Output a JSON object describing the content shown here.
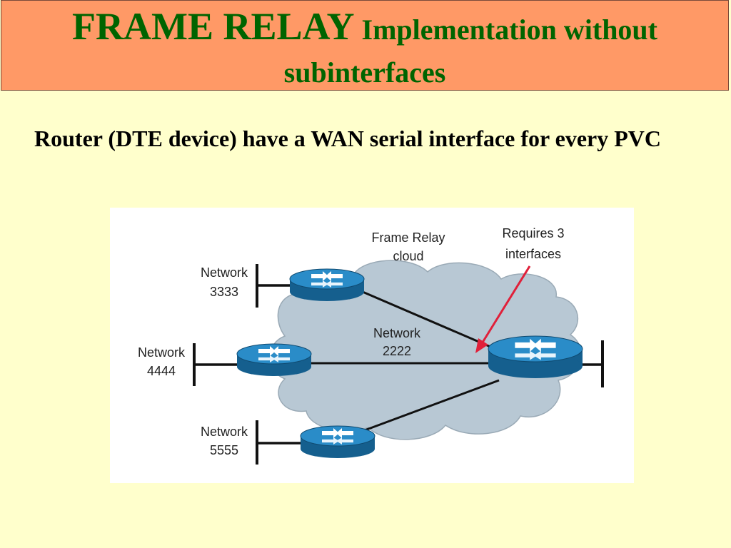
{
  "title": {
    "main": "FRAME RELAY",
    "sub_line1": " Implementation without",
    "sub_line2": "subinterfaces"
  },
  "body": {
    "text": "Router (DTE device) have a WAN serial interface for every PVC"
  },
  "diagram": {
    "cloud_label_line1": "Frame Relay",
    "cloud_label_line2": "cloud",
    "callout_line1": "Requires 3",
    "callout_line2": "interfaces",
    "center_network_line1": "Network",
    "center_network_line2": "2222",
    "networks": [
      {
        "line1": "Network",
        "line2": "3333"
      },
      {
        "line1": "Network",
        "line2": "4444"
      },
      {
        "line1": "Network",
        "line2": "5555"
      }
    ],
    "colors": {
      "cloud": "#B8C8D4",
      "router": "#1E7BB5",
      "arrow": "#E0203A",
      "title_bg": "#FF9966",
      "title_text": "#006400",
      "slide_bg": "#FFFFCC"
    }
  }
}
